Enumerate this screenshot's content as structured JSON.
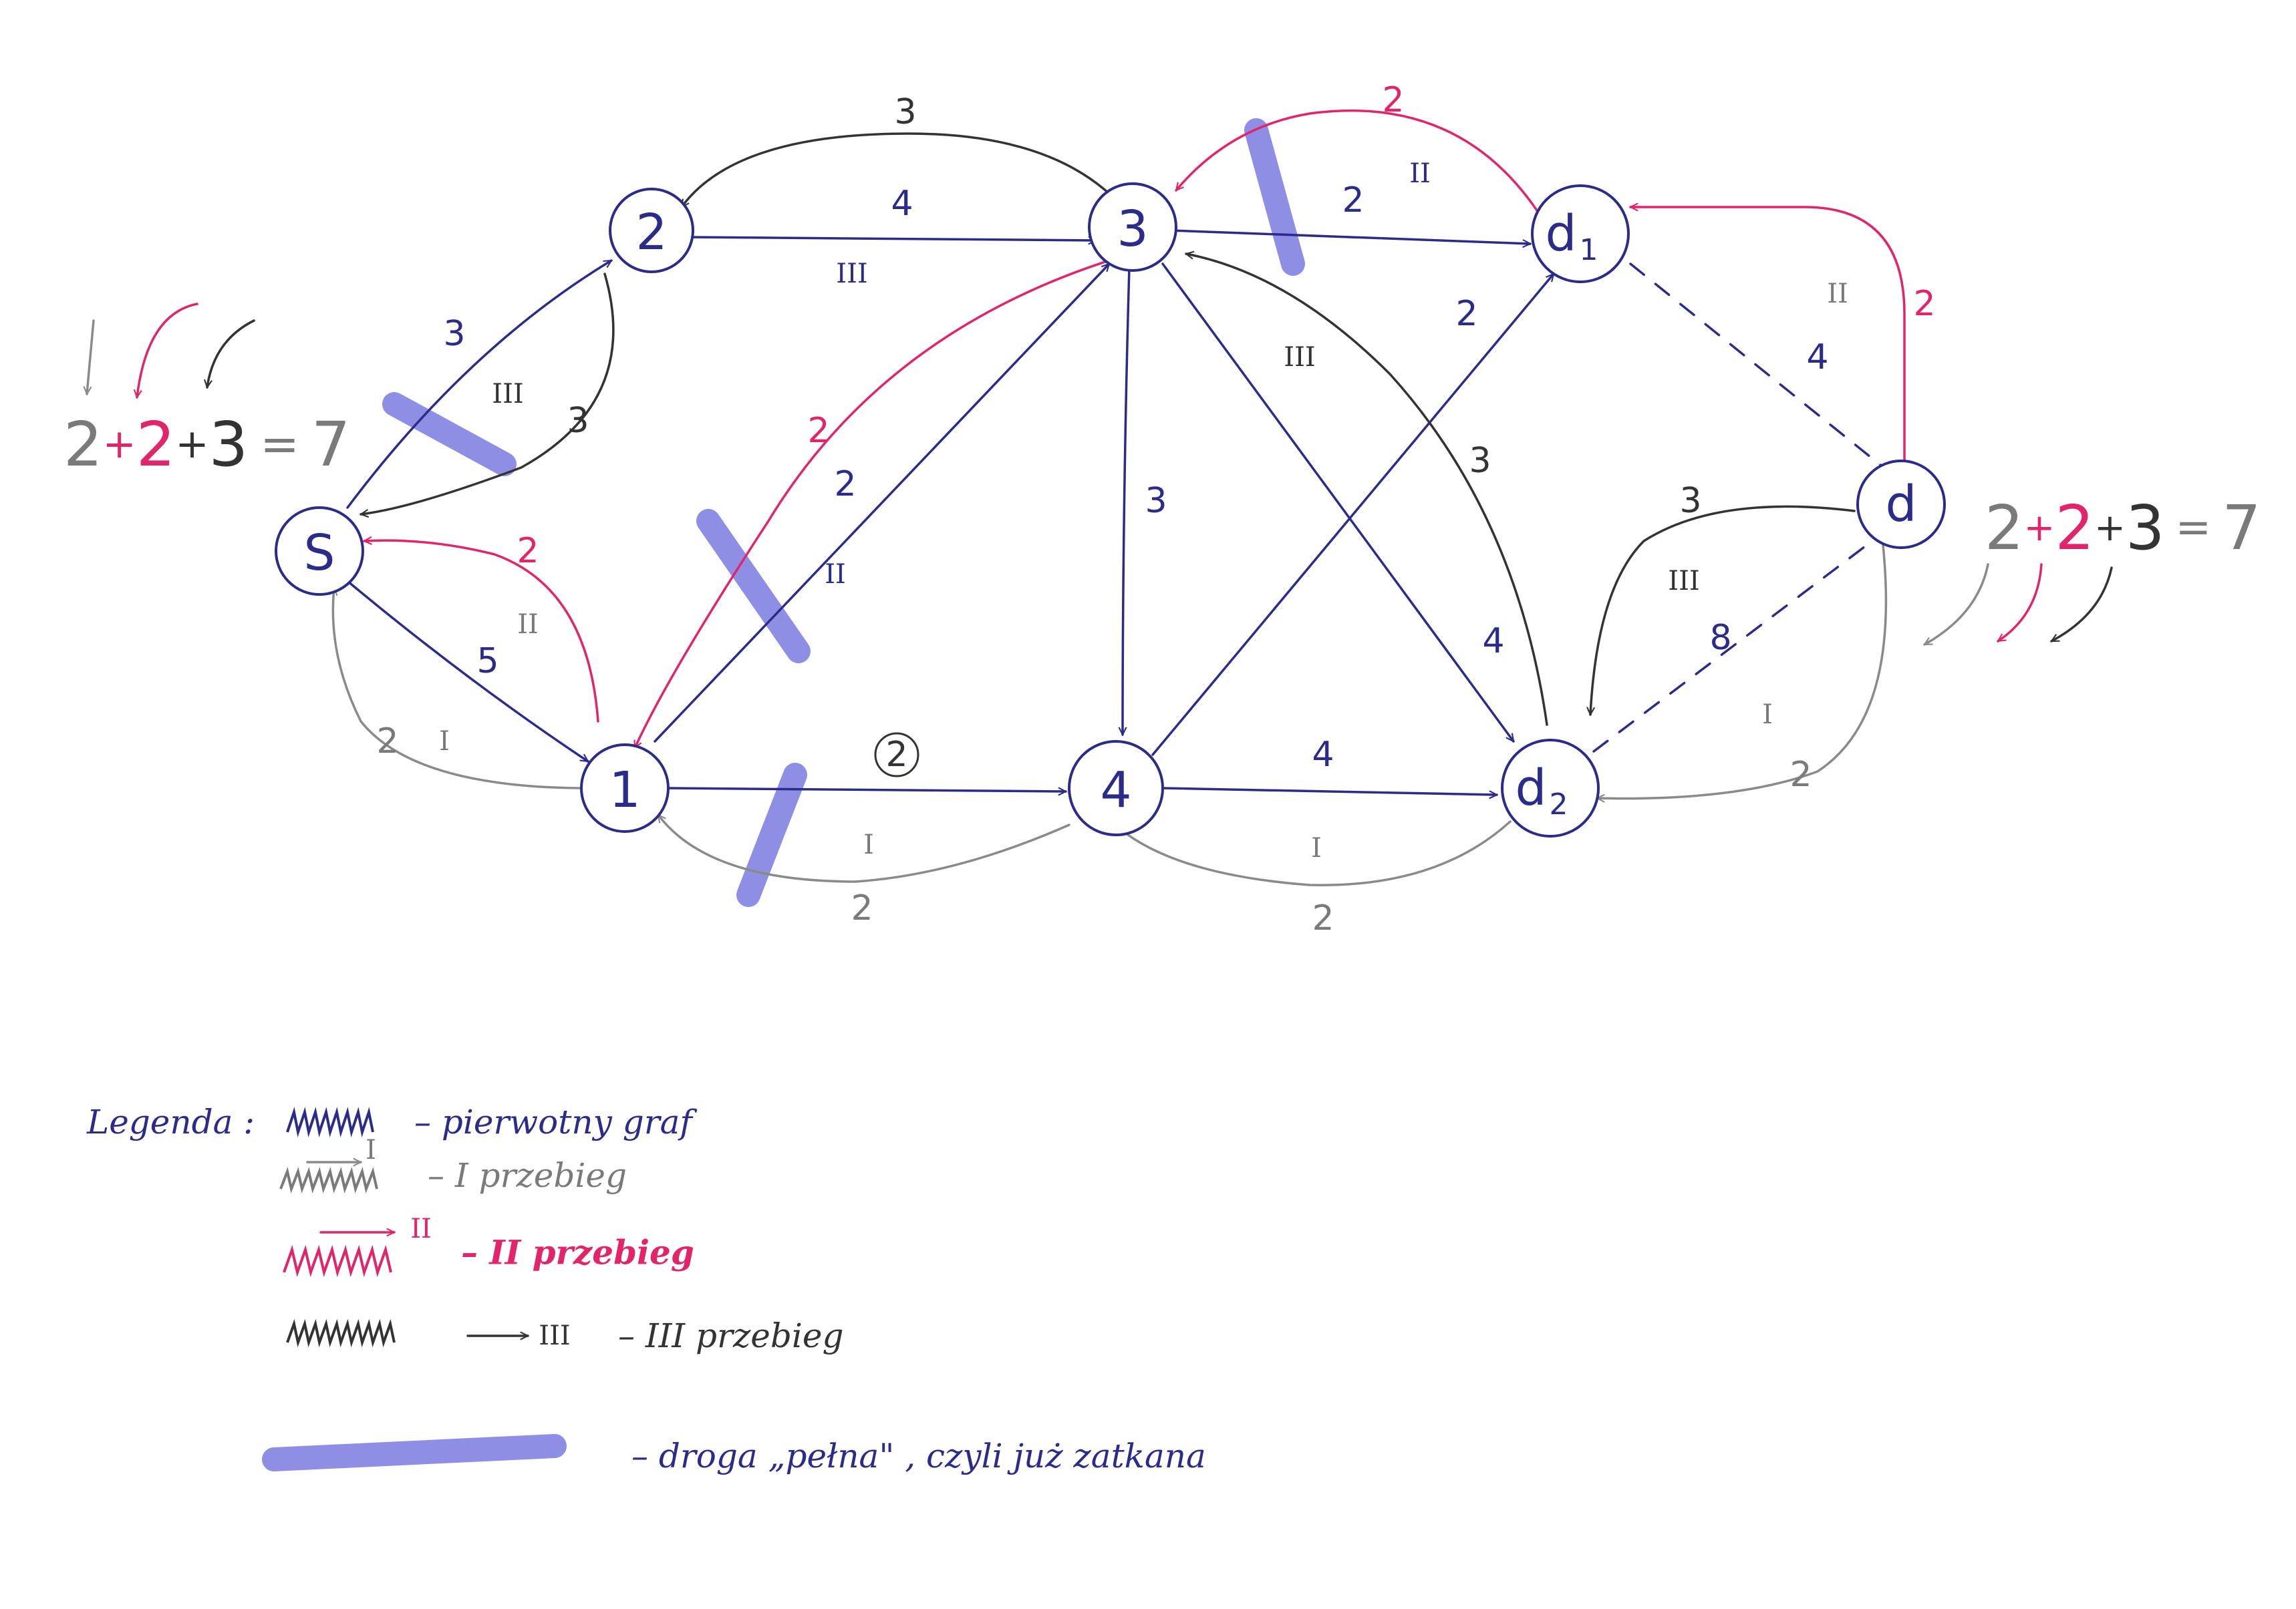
{
  "colors": {
    "original_graph": "#2b2b8a",
    "pass_one": "#8a8a8a",
    "pass_two": "#e2246a",
    "pass_three": "#333333",
    "blocked_marker": "#7b7be0"
  },
  "nodes": {
    "S": "S",
    "n1": "1",
    "n2": "2",
    "n3": "3",
    "n4": "4",
    "d1": "d",
    "d1_sub": "1",
    "d2": "d",
    "d2_sub": "2",
    "d": "d"
  },
  "edge_labels": {
    "n3_n2_top": "3",
    "n2_n3": "4",
    "n2_n3_pass": "III",
    "n3_d1": "2",
    "n3_d1_pass": "II",
    "d1_n3_red": "2",
    "S_n2": "3",
    "n2_S_black": "3",
    "n2_S_pass": "III",
    "n3_n1_red": "2",
    "n1_n3": "2",
    "n1_n3_pass": "II",
    "S_n1": "5",
    "S_n1_pass": "II",
    "n1_S_red": "2",
    "n1_S_gray": "2",
    "S_n1_gray_pass": "I",
    "n1_n4": "2",
    "n1_n4_pass": "I",
    "n4_n1_gray": "2",
    "n3_n4": "3",
    "n4_d1": "2",
    "n3_d2": "4",
    "n3_d2_pass": "III",
    "d2_n3_black": "3",
    "n4_d2": "4",
    "n4_d2_pass": "I",
    "d2_n4_gray": "2",
    "d1_d": "4",
    "d1_d_pass": "II",
    "d_d1_red": "2",
    "d_d2_black": "3",
    "d2_d_pass": "III",
    "d2_d": "8",
    "d2_d_pass_one": "I",
    "d_d2_gray": "2"
  },
  "sums": {
    "left": {
      "a": "2",
      "plus1": "+",
      "b": "2",
      "plus2": "+",
      "c": "3",
      "eq": "=",
      "total": "7"
    },
    "right": {
      "a": "2",
      "plus1": "+",
      "b": "2",
      "plus2": "+",
      "c": "3",
      "eq": "=",
      "total": "7"
    }
  },
  "legend": {
    "title": "Legenda :",
    "original": "– pierwotny graf",
    "pass_one_mark": "I",
    "pass_one": "– I przebieg",
    "pass_two_mark": "II",
    "pass_two": "– II przebieg",
    "pass_three_mark": "III",
    "pass_three": "– III przebieg",
    "blocked": "– droga „pełna\" , czyli już zatkana"
  }
}
